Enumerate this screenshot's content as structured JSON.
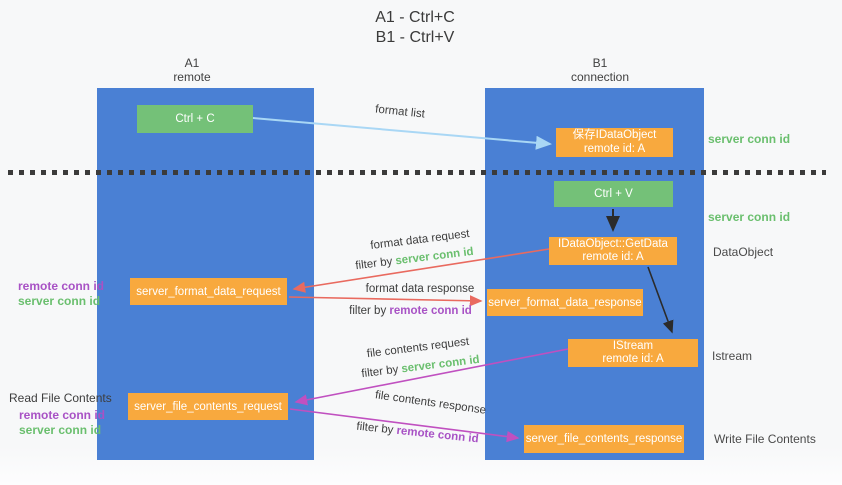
{
  "title": {
    "line1": "A1 - Ctrl+C",
    "line2": "B1 - Ctrl+V"
  },
  "columns": {
    "left": {
      "name": "A1",
      "role": "remote"
    },
    "right": {
      "name": "B1",
      "role": "connection"
    }
  },
  "nodes": {
    "ctrl_c": "Ctrl + C",
    "ctrl_v": "Ctrl + V",
    "save_idataobject": {
      "line1": "保存IDataObject",
      "line2": "remote id: A"
    },
    "getdata": {
      "line1": "IDataObject::GetData",
      "line2": "remote id: A"
    },
    "istream": {
      "line1": "IStream",
      "line2": "remote id: A"
    },
    "format_request": "server_format_data_request",
    "format_response": "server_format_data_response",
    "file_request": "server_file_contents_request",
    "file_response": "server_file_contents_response"
  },
  "labels": {
    "format_list": "format list",
    "format_data_request": "format data request",
    "format_data_response": "format data response",
    "file_contents_request": "file contents request",
    "file_contents_response": "file contents response",
    "filter_by": "filter by ",
    "server_conn_id": "server conn id",
    "remote_conn_id": "remote conn id",
    "dataobject": "DataObject",
    "istream": "Istream",
    "read_file_contents": "Read File Contents",
    "write_file_contents": "Write File Contents"
  },
  "colors": {
    "column_blue": "#4a80d4",
    "node_green": "#74c178",
    "node_orange": "#f8a93e",
    "text_green": "#6abf6e",
    "text_purple": "#a852c5",
    "arrow_light_blue": "#a9d7f5",
    "arrow_red": "#e96a5f",
    "arrow_magenta": "#c050c0",
    "arrow_black": "#2b2b2b",
    "divider_dark": "#3b3b3b"
  }
}
